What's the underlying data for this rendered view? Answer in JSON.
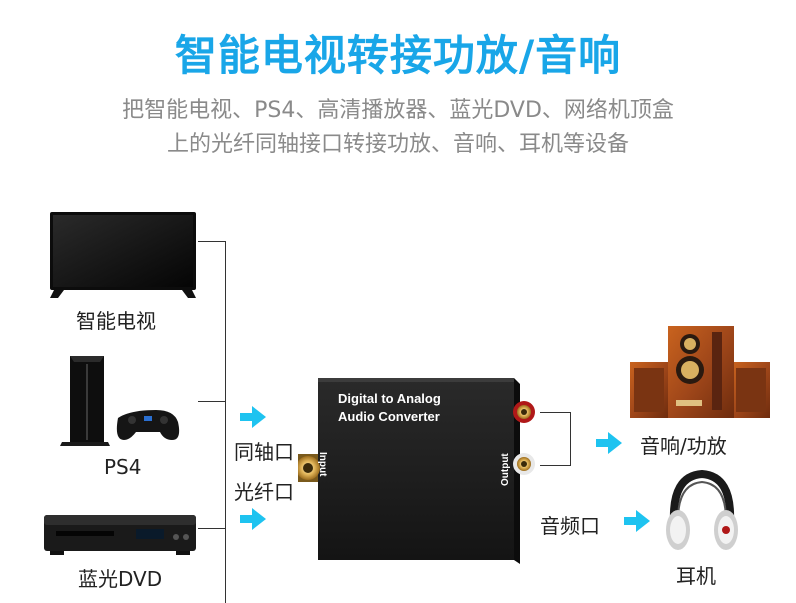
{
  "header": {
    "title": "智能电视转接功放/音响",
    "subtitle_line1": "把智能电视、PS4、高清播放器、蓝光DVD、网络机顶盒",
    "subtitle_line2": "上的光纤同轴接口转接功放、音响、耳机等设备"
  },
  "sources": [
    {
      "label": "智能电视",
      "icon": "tv-icon"
    },
    {
      "label": "PS4",
      "icon": "ps4-icon"
    },
    {
      "label": "蓝光DVD",
      "icon": "bluray-player-icon"
    }
  ],
  "inputs": {
    "coax_label": "同轴口",
    "optical_label": "光纤口"
  },
  "converter": {
    "line1": "Digital to Analog",
    "line2": "Audio Converter",
    "input_port": "Input",
    "output_port": "Output"
  },
  "outputs": {
    "speaker_label": "音响/功放",
    "audio_port_label": "音频口",
    "headphone_label": "耳机"
  },
  "colors": {
    "accent": "#19a6e8",
    "arrow": "#1ec3f0",
    "box": "#1c1c1c",
    "gold": "#d4a64a"
  }
}
